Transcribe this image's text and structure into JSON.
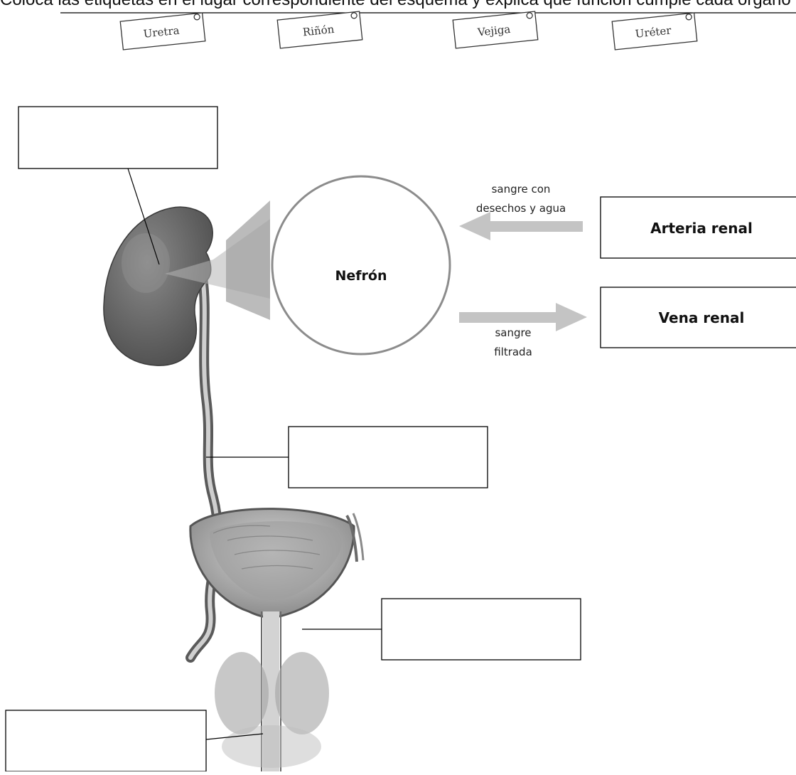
{
  "instruction": "Coloca las etiquetas en el lugar correspondiente del esquema y explica qué función cumple cada órgano",
  "tags": [
    "Uretra",
    "Riñón",
    "Vejiga",
    "Uréter"
  ],
  "nefron": "Nefrón",
  "arrows": {
    "incoming": [
      "sangre con",
      "desechos y agua"
    ],
    "outgoing": [
      "sangre",
      "filtrada"
    ]
  },
  "boxes": {
    "artery": "Arteria renal",
    "vein": "Vena renal"
  },
  "blank_boxes": {
    "kidney": "",
    "ureter": "",
    "bladder": "",
    "urethra": ""
  },
  "colors": {
    "kidney": "#6e6e6e",
    "arrow": "#c4c4c4",
    "line": "#000000"
  }
}
